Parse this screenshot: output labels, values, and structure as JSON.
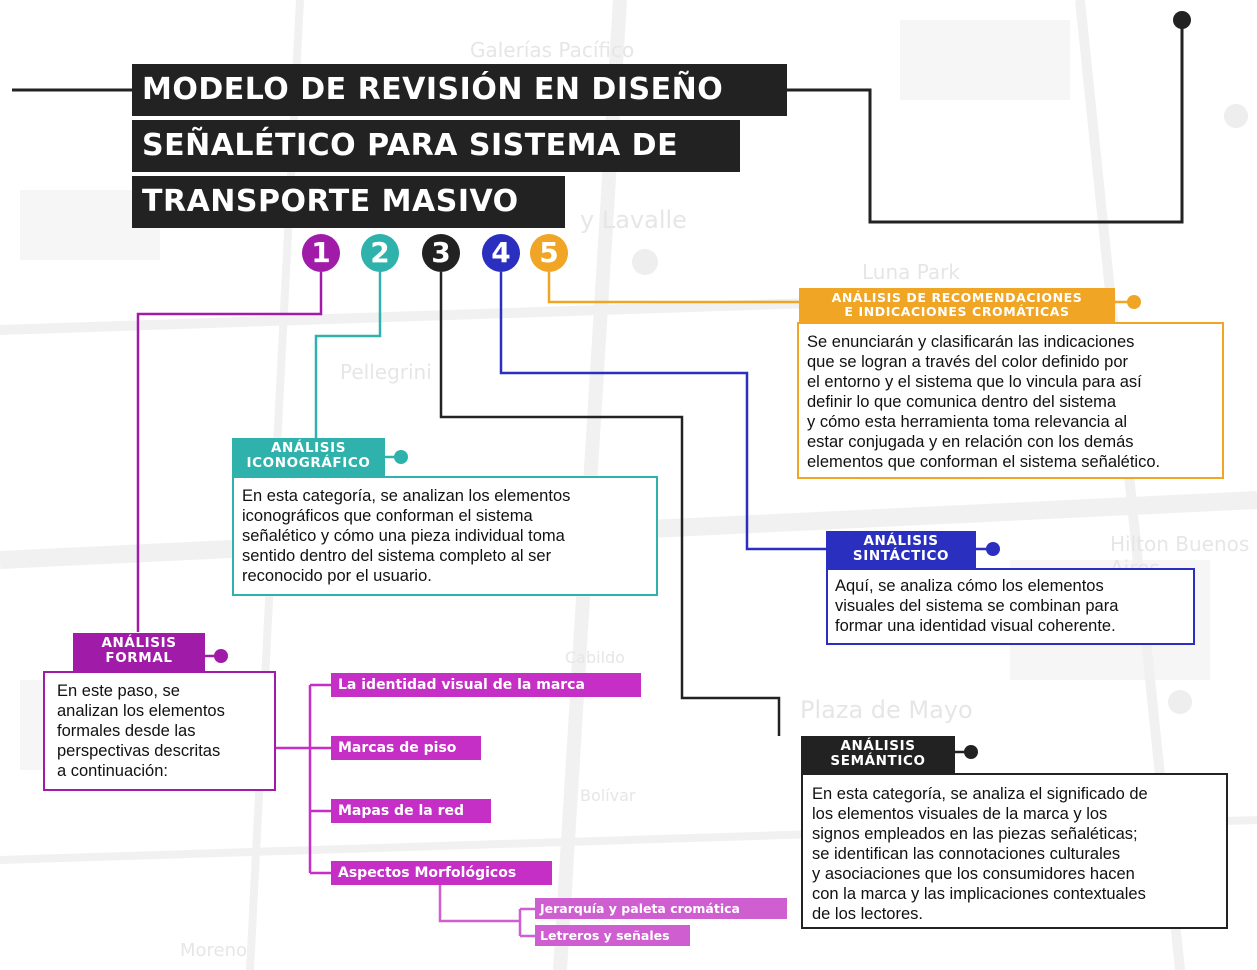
{
  "title": {
    "line1": "MODELO DE REVISIÓN EN DISEÑO",
    "line2": "SEÑALÉTICO PARA SISTEMA DE",
    "line3": "TRANSPORTE MASIVO"
  },
  "steps": [
    {
      "number": "1",
      "color": "#a01ca8"
    },
    {
      "number": "2",
      "color": "#2fb2ac"
    },
    {
      "number": "3",
      "color": "#222222"
    },
    {
      "number": "4",
      "color": "#2b2fbf"
    },
    {
      "number": "5",
      "color": "#f0a524"
    }
  ],
  "formal": {
    "label_line1": "ANÁLISIS",
    "label_line2": "FORMAL",
    "text_lines": [
      "En este paso, se",
      "analizan los elementos",
      "formales desde las",
      "perspectivas descritas",
      "a continuación:"
    ],
    "color": "#a01ca8",
    "subitems": [
      "La identidad visual de la marca",
      "Marcas de piso",
      "Mapas de la red",
      "Aspectos Morfológicos"
    ],
    "subsubitems": [
      "Jerarquía y paleta cromática",
      "Letreros y señales"
    ]
  },
  "iconografico": {
    "label_line1": "ANÁLISIS",
    "label_line2": "ICONOGRÁFICO",
    "text_lines": [
      "En esta categoría, se analizan los elementos",
      "iconográficos que conforman el sistema",
      "señalético y cómo una pieza individual toma",
      "sentido dentro del sistema completo al ser",
      "reconocido por el usuario."
    ],
    "color": "#2fb2ac"
  },
  "semantico": {
    "label_line1": "ANÁLISIS",
    "label_line2": "SEMÁNTICO",
    "text_lines": [
      "En esta categoría, se analiza el significado de",
      "los elementos visuales de la marca y los",
      "signos empleados en las piezas señaléticas;",
      "se identifican las connotaciones culturales",
      "y asociaciones que los consumidores hacen",
      "con la marca y las implicaciones contextuales",
      "de los lectores."
    ],
    "color": "#222222"
  },
  "sintactico": {
    "label_line1": "ANÁLISIS",
    "label_line2": "SINTÁCTICO",
    "text_lines": [
      "Aquí, se analiza cómo los elementos",
      "visuales del sistema se combinan para",
      "formar una identidad visual coherente."
    ],
    "color": "#2b2fbf"
  },
  "cromatico": {
    "label_line1": "ANÁLISIS DE RECOMENDACIONES",
    "label_line2": "E INDICACIONES CROMÁTICAS",
    "text_lines": [
      "Se enunciarán y clasificarán las indicaciones",
      "que se logran a través del color definido por",
      "el entorno y el sistema que lo vincula para así",
      "definir lo que comunica dentro del sistema",
      "y cómo esta herramienta toma relevancia al",
      "estar conjugada y en relación con los demás",
      "elementos que conforman el sistema señalético."
    ],
    "color": "#f0a524"
  },
  "map_labels": [
    "Galerías Pacífico",
    "y Lavalle",
    "Luna Park",
    "Pellegrini",
    "Plaza de Mayo",
    "Hilton Buenos Aires",
    "Moreno",
    "Bolívar",
    "Cabildo"
  ]
}
